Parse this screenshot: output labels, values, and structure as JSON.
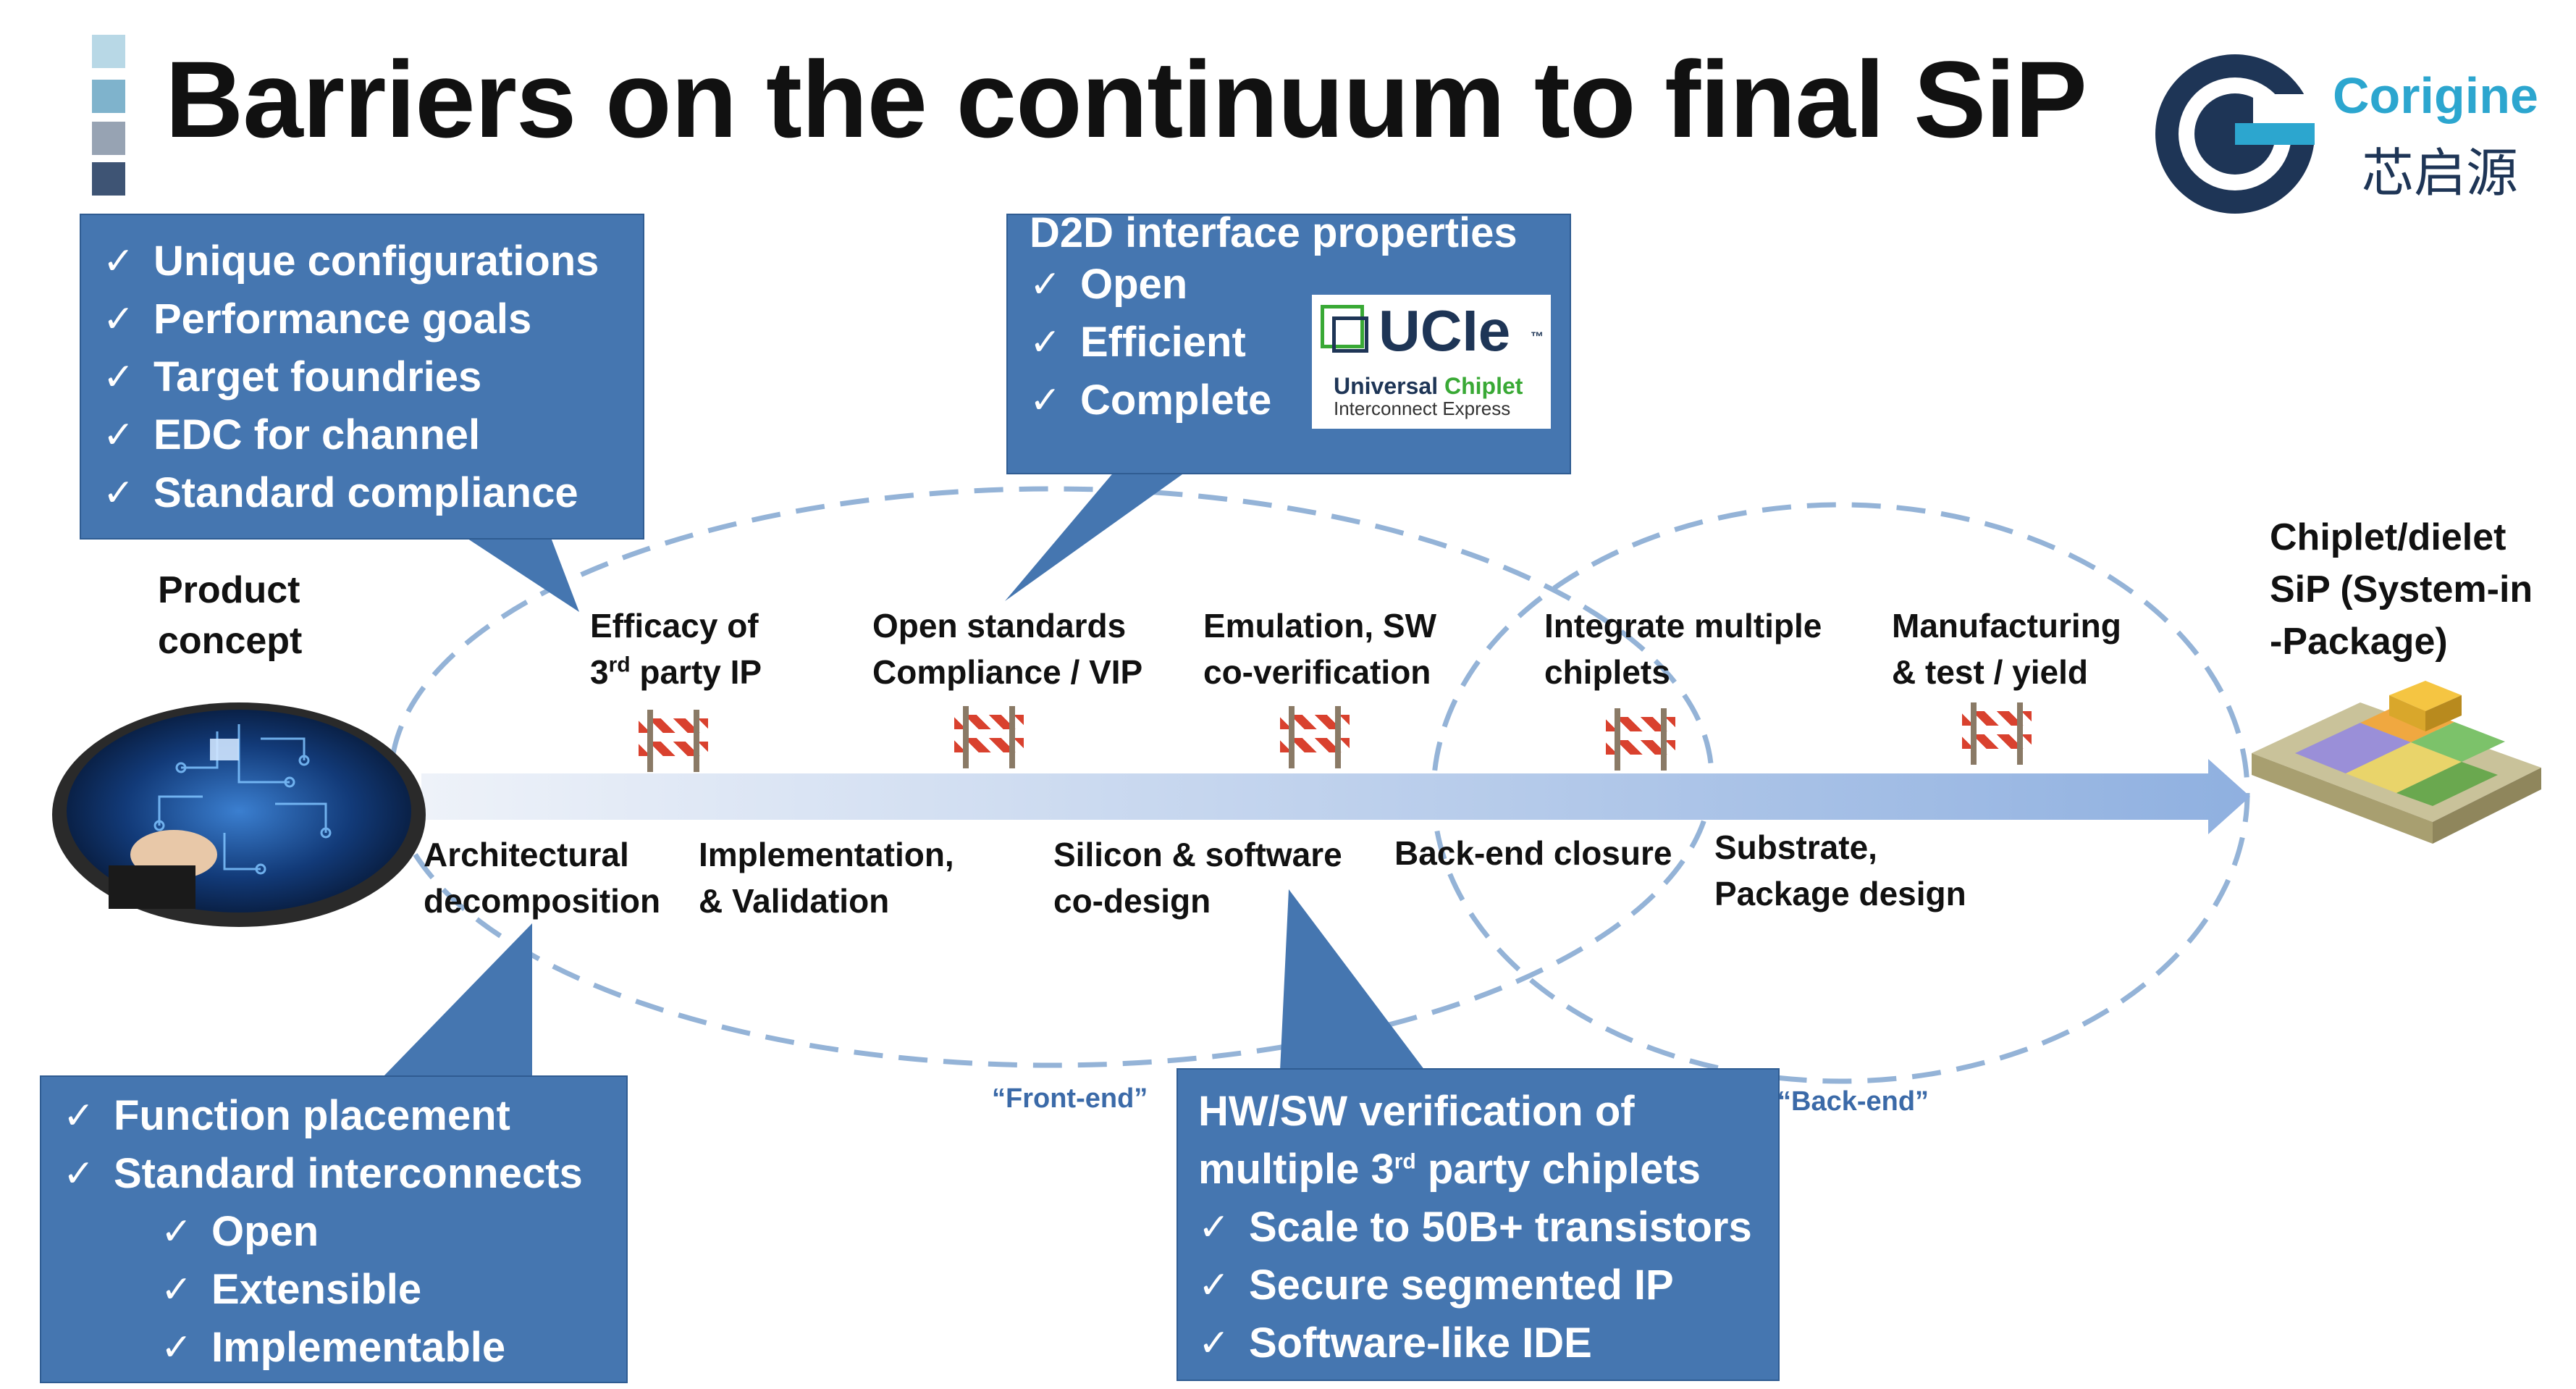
{
  "title": "Barriers on the continuum to final SiP",
  "logo": {
    "name": "Corigine",
    "cn": "芯启源"
  },
  "box_top_left": {
    "items": [
      "Unique configurations",
      "Performance goals",
      "Target foundries",
      "EDC for channel",
      "Standard compliance"
    ]
  },
  "box_top_center": {
    "title": "D2D interface properties",
    "items": [
      "Open",
      "Efficient",
      "Complete"
    ],
    "ucie": {
      "name": "UCIe",
      "tm": "™",
      "line1a": "Universal",
      "line1b": "Chiplet",
      "line2": "Interconnect Express"
    }
  },
  "box_bottom_left": {
    "items": [
      "Function placement",
      "Standard interconnects"
    ],
    "subitems": [
      "Open",
      "Extensible",
      "Implementable"
    ]
  },
  "box_bottom_center": {
    "title1": "HW/SW verification of",
    "title2a": "multiple 3",
    "title2sup": "rd",
    "title2b": " party chiplets",
    "items": [
      "Scale to 50B+ transistors",
      "Secure segmented IP",
      "Software-like IDE"
    ]
  },
  "product_concept": {
    "line1": "Product",
    "line2": "concept"
  },
  "sip": {
    "line1": "Chiplet/dielet",
    "line2": "SiP (System-in",
    "line3": "-Package)"
  },
  "top_stages": [
    {
      "line1": "Efficacy of",
      "line2a": "3",
      "line2sup": "rd",
      "line2b": " party IP"
    },
    {
      "line1": "Open standards",
      "line2": "Compliance / VIP"
    },
    {
      "line1": "Emulation, SW",
      "line2": "co-verification"
    },
    {
      "line1": "Integrate multiple",
      "line2": "chiplets"
    },
    {
      "line1": "Manufacturing",
      "line2": "& test / yield"
    }
  ],
  "bottom_stages": [
    {
      "line1": "Architectural",
      "line2": "decomposition"
    },
    {
      "line1": "Implementation,",
      "line2": "& Validation"
    },
    {
      "line1": "Silicon & software",
      "line2": "co-design"
    },
    {
      "line1": "Back-end closure",
      "line2": ""
    },
    {
      "line1": "Substrate,",
      "line2": "Package design"
    }
  ],
  "front_end_label": "“Front-end”",
  "back_end_label": "“Back-end”",
  "colors": {
    "box": "#4576b0",
    "ellipse": "#94b3d7",
    "arrow_start": "#e8eef8",
    "arrow_end": "#8fb0e0",
    "barrier_red": "#d9412e"
  }
}
